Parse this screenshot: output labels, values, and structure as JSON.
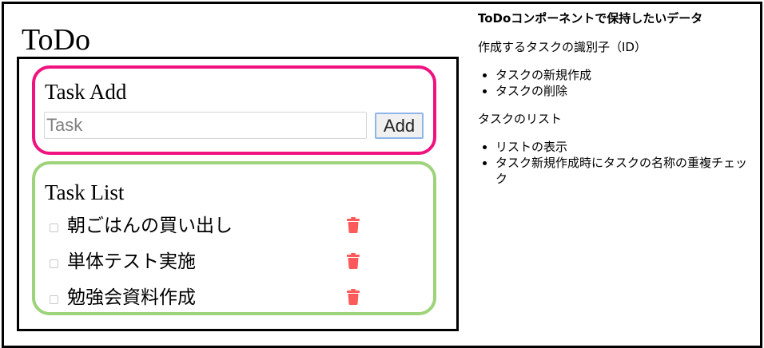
{
  "app": {
    "title": "ToDo"
  },
  "task_add": {
    "title": "Task Add",
    "input_value": "",
    "input_placeholder": "Task",
    "add_label": "Add",
    "border_color": "#f0127f"
  },
  "task_list": {
    "title": "Task List",
    "border_color": "#9dd37a",
    "items": [
      {
        "label": "朝ごはんの買い出し",
        "checked": false,
        "delete_icon": "trash-icon"
      },
      {
        "label": "単体テスト実施",
        "checked": false,
        "delete_icon": "trash-icon"
      },
      {
        "label": "勉強会資料作成",
        "checked": false,
        "delete_icon": "trash-icon"
      }
    ],
    "delete_icon_color": "#fc5a5a"
  },
  "notes": {
    "heading": "ToDoコンポーネントで保持したいデータ",
    "sections": [
      {
        "title": "作成するタスクの識別子（ID）",
        "bullets": [
          "タスクの新規作成",
          "タスクの削除"
        ]
      },
      {
        "title": "タスクのリスト",
        "bullets": [
          "リストの表示",
          "タスク新規作成時にタスクの名称の重複チェック"
        ]
      }
    ]
  }
}
